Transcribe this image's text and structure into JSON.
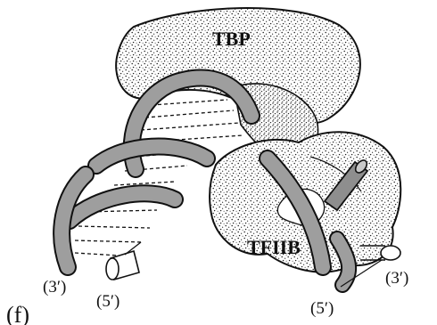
{
  "labels": {
    "tbp": "TBP",
    "tfiib": "TFIIB",
    "panel": "(f)",
    "strand_3prime_left": "(3′)",
    "strand_5prime_left": "(5′)",
    "strand_5prime_right": "(5′)",
    "strand_3prime_right": "(3′)"
  },
  "colors": {
    "outline": "#111111",
    "dna_strand": "#9e9e9e",
    "protein_fill": "#ffffff",
    "stipple": "#1a1a1a",
    "background": "#ffffff"
  }
}
